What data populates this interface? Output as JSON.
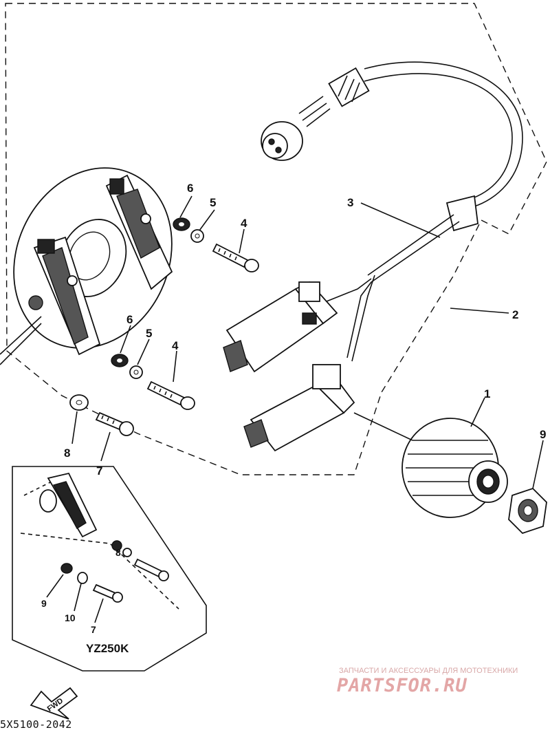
{
  "callouts": {
    "c1": "1",
    "c2": "2",
    "c3": "3",
    "c4a": "4",
    "c4b": "4",
    "c5a": "5",
    "c5b": "5",
    "c6a": "6",
    "c6b": "6",
    "c7a": "7",
    "c7b": "7",
    "c8a": "8",
    "c8b": "8",
    "c9a": "9",
    "c9b": "9",
    "c10": "10"
  },
  "inset_model": "YZ250K",
  "fwd_label": "FWD",
  "part_code": "5X5100-2042",
  "watermark": {
    "tagline": "ЗАПЧАСТИ И АКСЕССУАРЫ ДЛЯ МОТОТЕХНИКИ",
    "logo": "PARTSFOR.RU"
  }
}
